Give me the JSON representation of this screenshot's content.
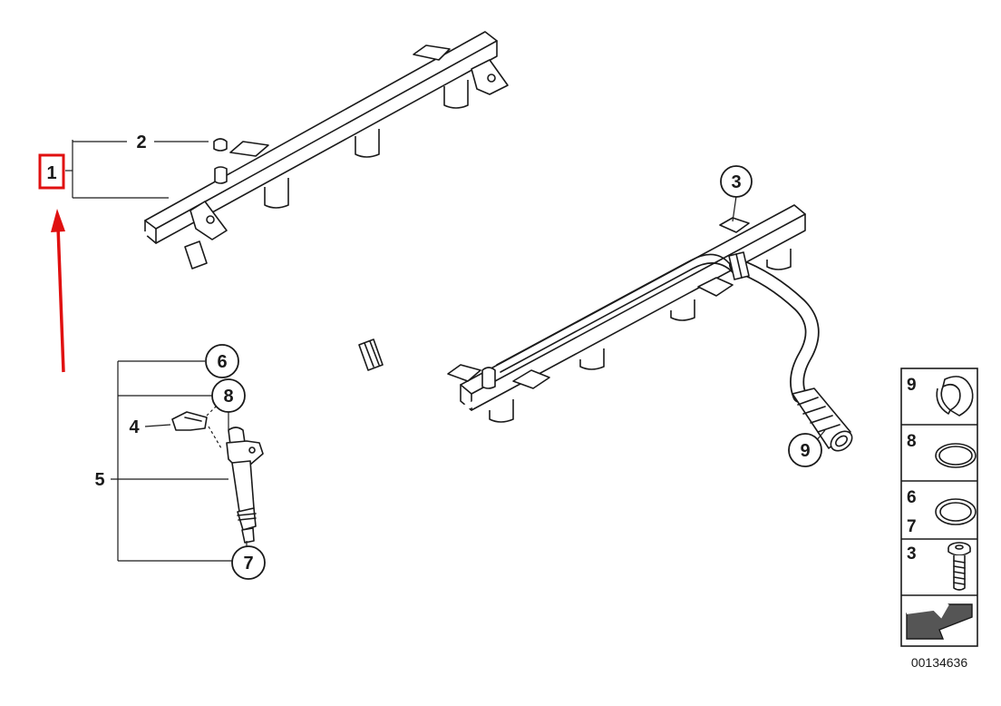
{
  "callouts": {
    "part_1": "1",
    "part_2": "2",
    "part_3": "3",
    "part_4": "4",
    "part_5": "5",
    "part_6": "6",
    "part_7": "7",
    "part_8": "8",
    "part_9": "9"
  },
  "legend": {
    "row_9": "9",
    "row_8": "8",
    "row_6": "6",
    "row_7": "7",
    "row_3": "3"
  },
  "diagram_code": "00134636",
  "colors": {
    "line": "#1a1a1a",
    "highlight_box": "#e01010",
    "arrow": "#e01010",
    "arrow_icon_fill": "#555555"
  },
  "icons": {
    "red_arrow": "arrow-up-icon",
    "legend_arrow": "arrow-down-left-icon"
  }
}
